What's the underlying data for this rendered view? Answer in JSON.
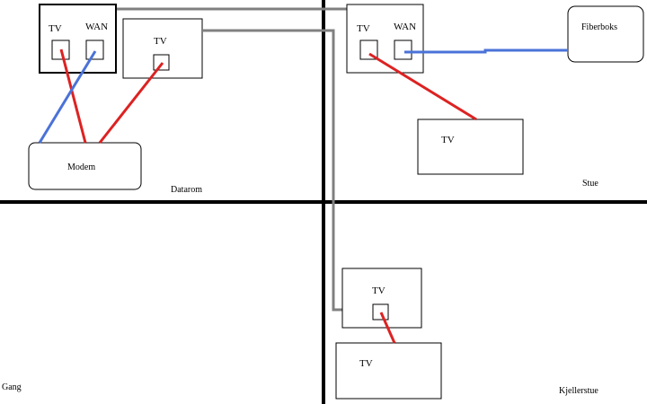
{
  "rooms": {
    "datarom": "Datarom",
    "stue": "Stue",
    "gang": "Gang",
    "kjellerstue": "Kjellerstue"
  },
  "devices": {
    "panel_left": {
      "tv": "TV",
      "wan": "WAN"
    },
    "wall_outlet_datarom": {
      "tv": "TV"
    },
    "modem": "Modem",
    "panel_stue": {
      "tv": "TV",
      "wan": "WAN"
    },
    "fiberboks": "Fiberboks",
    "tv_stue": "TV",
    "wall_outlet_kjeller": {
      "tv": "TV"
    },
    "tv_kjeller": "TV"
  },
  "cable_colors": {
    "coax": "#dd2222",
    "network": "#4a72d8",
    "trunk": "#808080",
    "wall": "#000000"
  }
}
